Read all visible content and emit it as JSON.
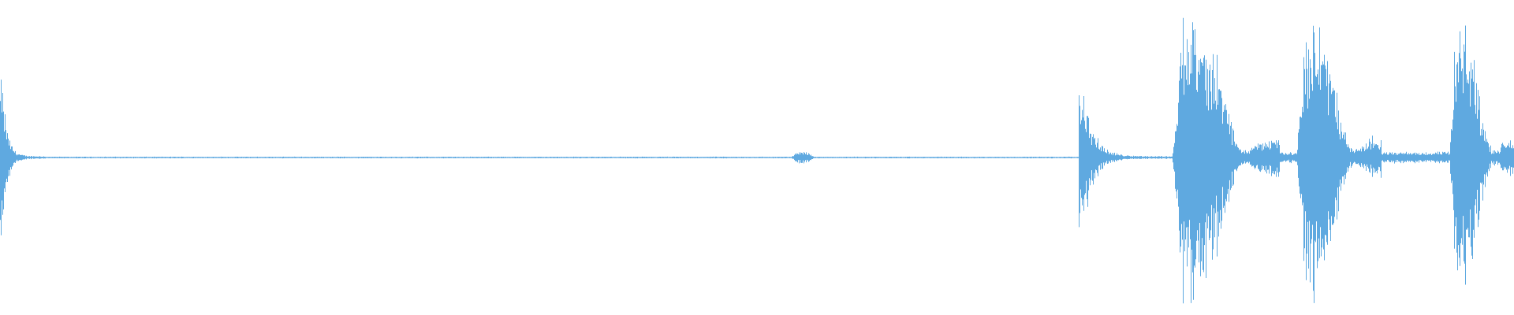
{
  "waveform": {
    "color": "#5fa9e0",
    "duration_fraction_segments": [
      {
        "start": 0.0,
        "end": 0.03,
        "peak": 0.55,
        "kind": "transient-decay"
      },
      {
        "start": 0.03,
        "end": 0.522,
        "peak": 0.006,
        "kind": "noise-floor"
      },
      {
        "start": 0.522,
        "end": 0.538,
        "peak": 0.05,
        "kind": "small-burst"
      },
      {
        "start": 0.538,
        "end": 0.712,
        "peak": 0.006,
        "kind": "noise-floor"
      },
      {
        "start": 0.712,
        "end": 0.774,
        "peak": 0.55,
        "kind": "transient-decay"
      },
      {
        "start": 0.774,
        "end": 0.845,
        "peak": 1.0,
        "kind": "loud-burst"
      },
      {
        "start": 0.845,
        "end": 0.856,
        "peak": 0.04,
        "kind": "quiet"
      },
      {
        "start": 0.856,
        "end": 0.912,
        "peak": 1.0,
        "kind": "loud-burst"
      },
      {
        "start": 0.912,
        "end": 0.957,
        "peak": 0.04,
        "kind": "quiet"
      },
      {
        "start": 0.957,
        "end": 1.0,
        "peak": 0.92,
        "kind": "loud-burst"
      }
    ]
  }
}
